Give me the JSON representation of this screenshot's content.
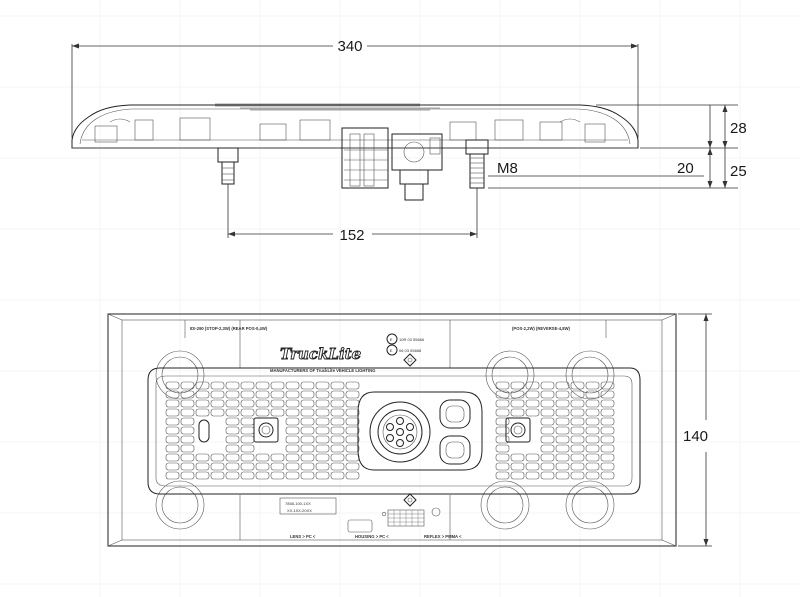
{
  "dimensions": {
    "overall_length": "340",
    "height": "28",
    "base_depth": "20",
    "total_depth": "25",
    "stud_spacing": "152",
    "stud_size": "M8",
    "width": "140"
  },
  "markings": {
    "brand": "TruckLite",
    "tagline": "MANUFACTURERS OF TruckLite VEHICLE LIGHTING",
    "left_top_code": "IDI-290  (STOP-2,3W)  (REAR POS-0,4W)",
    "right_top_code": "(POS-2,2W)  (REVERSE-4,8W)",
    "cert_line_1": "10R  03  55666",
    "cert_line_2": "06  03  55668",
    "part_no_1": "7858-100-1XX",
    "part_no_2": "XX-10X-20XX",
    "lens_mark": "LENS  > PC <",
    "housing_mark": "HOUSING  > PC <",
    "reflex_mark": "REFLEX  > PMMA <"
  }
}
